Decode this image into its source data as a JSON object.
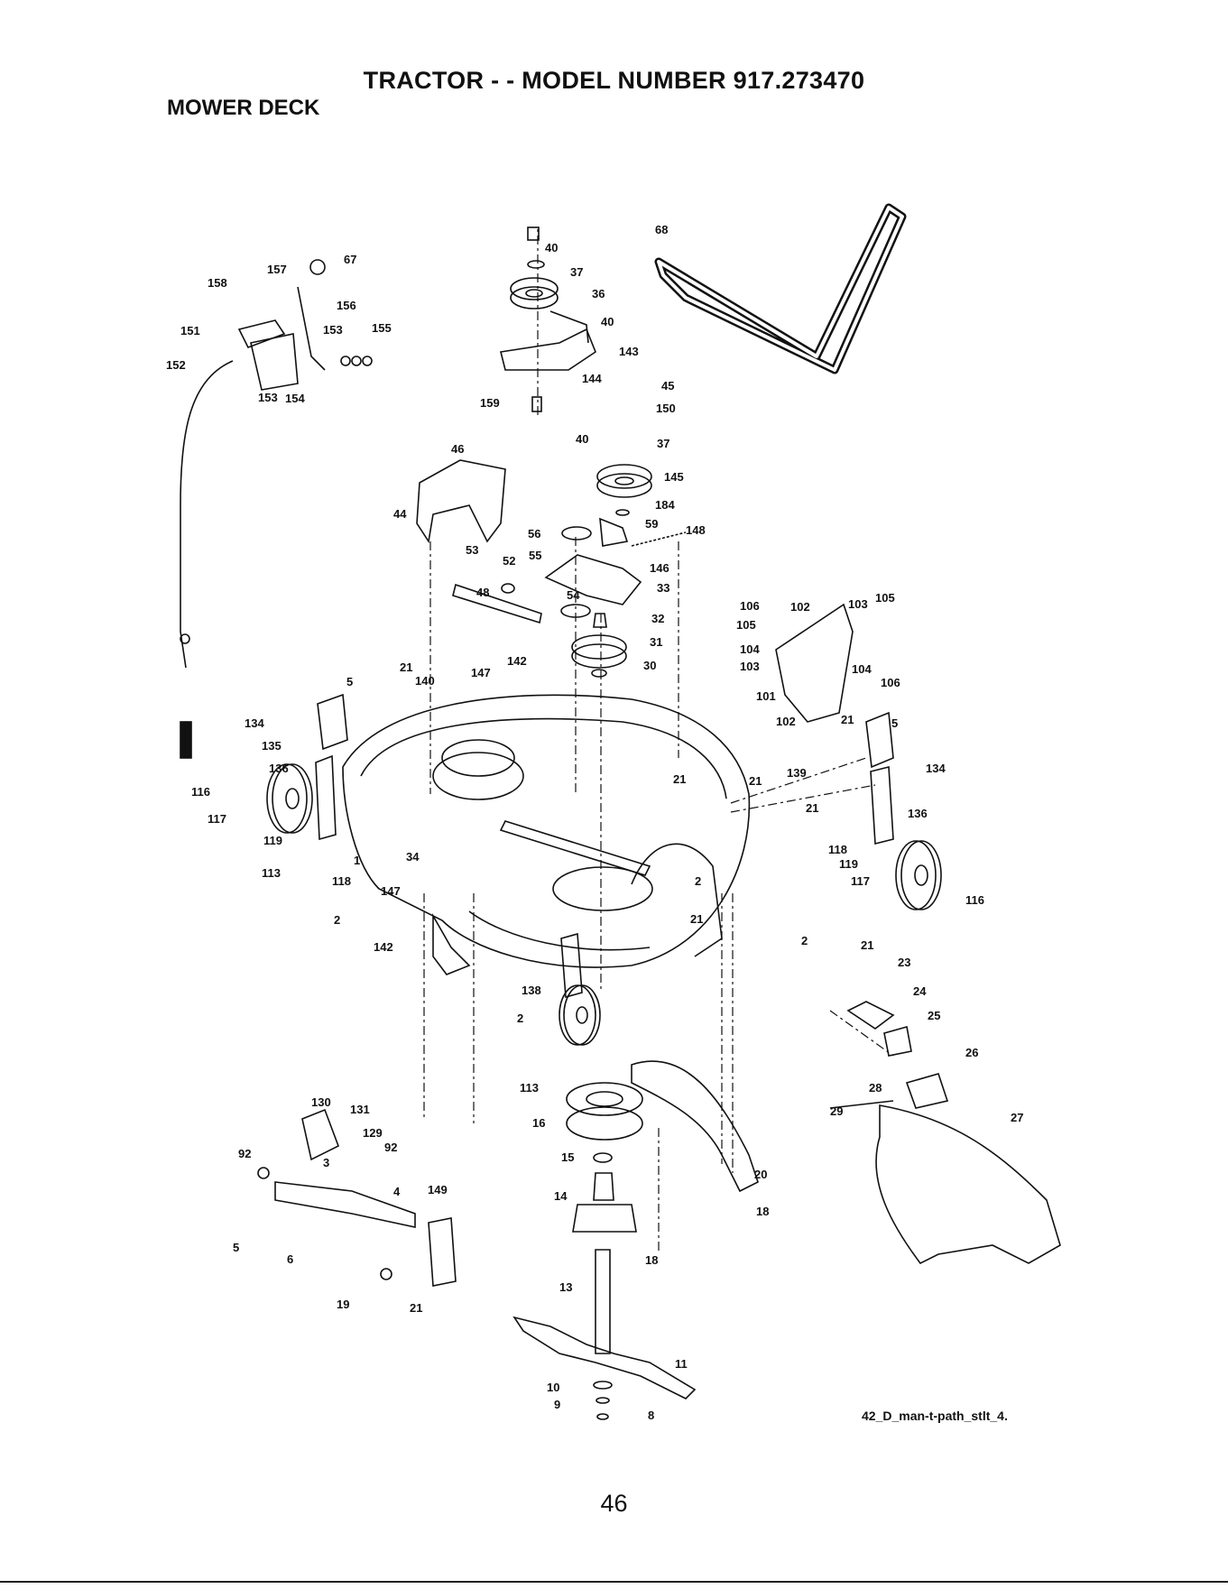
{
  "header": {
    "title": "TRACTOR - - MODEL NUMBER 917.273470",
    "section": "MOWER DECK"
  },
  "figure": {
    "reference_code": "42_D_man-t-path_stlt_4.",
    "callouts": [
      {
        "id": "c1",
        "label": "40"
      },
      {
        "id": "c2",
        "label": "37"
      },
      {
        "id": "c3",
        "label": "36"
      },
      {
        "id": "c4",
        "label": "40"
      },
      {
        "id": "c5",
        "label": "143"
      },
      {
        "id": "c6",
        "label": "144"
      },
      {
        "id": "c7",
        "label": "159"
      },
      {
        "id": "c8",
        "label": "68"
      },
      {
        "id": "c9",
        "label": "67"
      },
      {
        "id": "c10",
        "label": "157"
      },
      {
        "id": "c11",
        "label": "158"
      },
      {
        "id": "c12",
        "label": "156"
      },
      {
        "id": "c13",
        "label": "151"
      },
      {
        "id": "c14",
        "label": "153"
      },
      {
        "id": "c15",
        "label": "155"
      },
      {
        "id": "c16",
        "label": "152"
      },
      {
        "id": "c17",
        "label": "153"
      },
      {
        "id": "c18",
        "label": "154"
      },
      {
        "id": "c19",
        "label": "45"
      },
      {
        "id": "c20",
        "label": "150"
      },
      {
        "id": "c21",
        "label": "40"
      },
      {
        "id": "c22",
        "label": "37"
      },
      {
        "id": "c23",
        "label": "145"
      },
      {
        "id": "c24",
        "label": "184"
      },
      {
        "id": "c25",
        "label": "59"
      },
      {
        "id": "c26",
        "label": "148"
      },
      {
        "id": "c27",
        "label": "46"
      },
      {
        "id": "c28",
        "label": "44"
      },
      {
        "id": "c29",
        "label": "56"
      },
      {
        "id": "c30",
        "label": "55"
      },
      {
        "id": "c31",
        "label": "53"
      },
      {
        "id": "c32",
        "label": "52"
      },
      {
        "id": "c33",
        "label": "146"
      },
      {
        "id": "c34",
        "label": "54"
      },
      {
        "id": "c35",
        "label": "33"
      },
      {
        "id": "c36",
        "label": "48"
      },
      {
        "id": "c37",
        "label": "32"
      },
      {
        "id": "c38",
        "label": "31"
      },
      {
        "id": "c39",
        "label": "142"
      },
      {
        "id": "c40",
        "label": "147"
      },
      {
        "id": "c41",
        "label": "30"
      },
      {
        "id": "c42",
        "label": "21"
      },
      {
        "id": "c43",
        "label": "140"
      },
      {
        "id": "c44",
        "label": "5"
      },
      {
        "id": "c45",
        "label": "134"
      },
      {
        "id": "c46",
        "label": "135"
      },
      {
        "id": "c47",
        "label": "136"
      },
      {
        "id": "c48",
        "label": "116"
      },
      {
        "id": "c49",
        "label": "117"
      },
      {
        "id": "c50",
        "label": "119"
      },
      {
        "id": "c51",
        "label": "113"
      },
      {
        "id": "c52",
        "label": "118"
      },
      {
        "id": "c53",
        "label": "34"
      },
      {
        "id": "c54",
        "label": "1"
      },
      {
        "id": "c55",
        "label": "147"
      },
      {
        "id": "c56",
        "label": "2"
      },
      {
        "id": "c57",
        "label": "21"
      },
      {
        "id": "c58",
        "label": "21"
      },
      {
        "id": "c59",
        "label": "106"
      },
      {
        "id": "c60",
        "label": "102"
      },
      {
        "id": "c61",
        "label": "103"
      },
      {
        "id": "c62",
        "label": "105"
      },
      {
        "id": "c63",
        "label": "105"
      },
      {
        "id": "c64",
        "label": "104"
      },
      {
        "id": "c65",
        "label": "103"
      },
      {
        "id": "c66",
        "label": "104"
      },
      {
        "id": "c67",
        "label": "106"
      },
      {
        "id": "c68",
        "label": "101"
      },
      {
        "id": "c69",
        "label": "102"
      },
      {
        "id": "c70",
        "label": "21"
      },
      {
        "id": "c71",
        "label": "5"
      },
      {
        "id": "c72",
        "label": "139"
      },
      {
        "id": "c73",
        "label": "134"
      },
      {
        "id": "c74",
        "label": "21"
      },
      {
        "id": "c75",
        "label": "136"
      },
      {
        "id": "c76",
        "label": "118"
      },
      {
        "id": "c77",
        "label": "119"
      },
      {
        "id": "c78",
        "label": "117"
      },
      {
        "id": "c79",
        "label": "116"
      },
      {
        "id": "c80",
        "label": "2"
      },
      {
        "id": "c81",
        "label": "21"
      },
      {
        "id": "c82",
        "label": "2"
      },
      {
        "id": "c83",
        "label": "142"
      },
      {
        "id": "c84",
        "label": "138"
      },
      {
        "id": "c85",
        "label": "2"
      },
      {
        "id": "c86",
        "label": "21"
      },
      {
        "id": "c87",
        "label": "23"
      },
      {
        "id": "c88",
        "label": "24"
      },
      {
        "id": "c89",
        "label": "25"
      },
      {
        "id": "c90",
        "label": "26"
      },
      {
        "id": "c91",
        "label": "28"
      },
      {
        "id": "c92",
        "label": "29"
      },
      {
        "id": "c93",
        "label": "27"
      },
      {
        "id": "c94",
        "label": "113"
      },
      {
        "id": "c95",
        "label": "16"
      },
      {
        "id": "c96",
        "label": "15"
      },
      {
        "id": "c97",
        "label": "20"
      },
      {
        "id": "c98",
        "label": "14"
      },
      {
        "id": "c99",
        "label": "18"
      },
      {
        "id": "c100",
        "label": "18"
      },
      {
        "id": "c101",
        "label": "13"
      },
      {
        "id": "c102",
        "label": "11"
      },
      {
        "id": "c103",
        "label": "10"
      },
      {
        "id": "c104",
        "label": "9"
      },
      {
        "id": "c105",
        "label": "8"
      },
      {
        "id": "c106",
        "label": "130"
      },
      {
        "id": "c107",
        "label": "131"
      },
      {
        "id": "c108",
        "label": "129"
      },
      {
        "id": "c109",
        "label": "92"
      },
      {
        "id": "c110",
        "label": "92"
      },
      {
        "id": "c111",
        "label": "3"
      },
      {
        "id": "c112",
        "label": "149"
      },
      {
        "id": "c113",
        "label": "4"
      },
      {
        "id": "c114",
        "label": "5"
      },
      {
        "id": "c115",
        "label": "6"
      },
      {
        "id": "c116",
        "label": "19"
      },
      {
        "id": "c117",
        "label": "21"
      }
    ]
  },
  "footer": {
    "page_number": "46"
  }
}
